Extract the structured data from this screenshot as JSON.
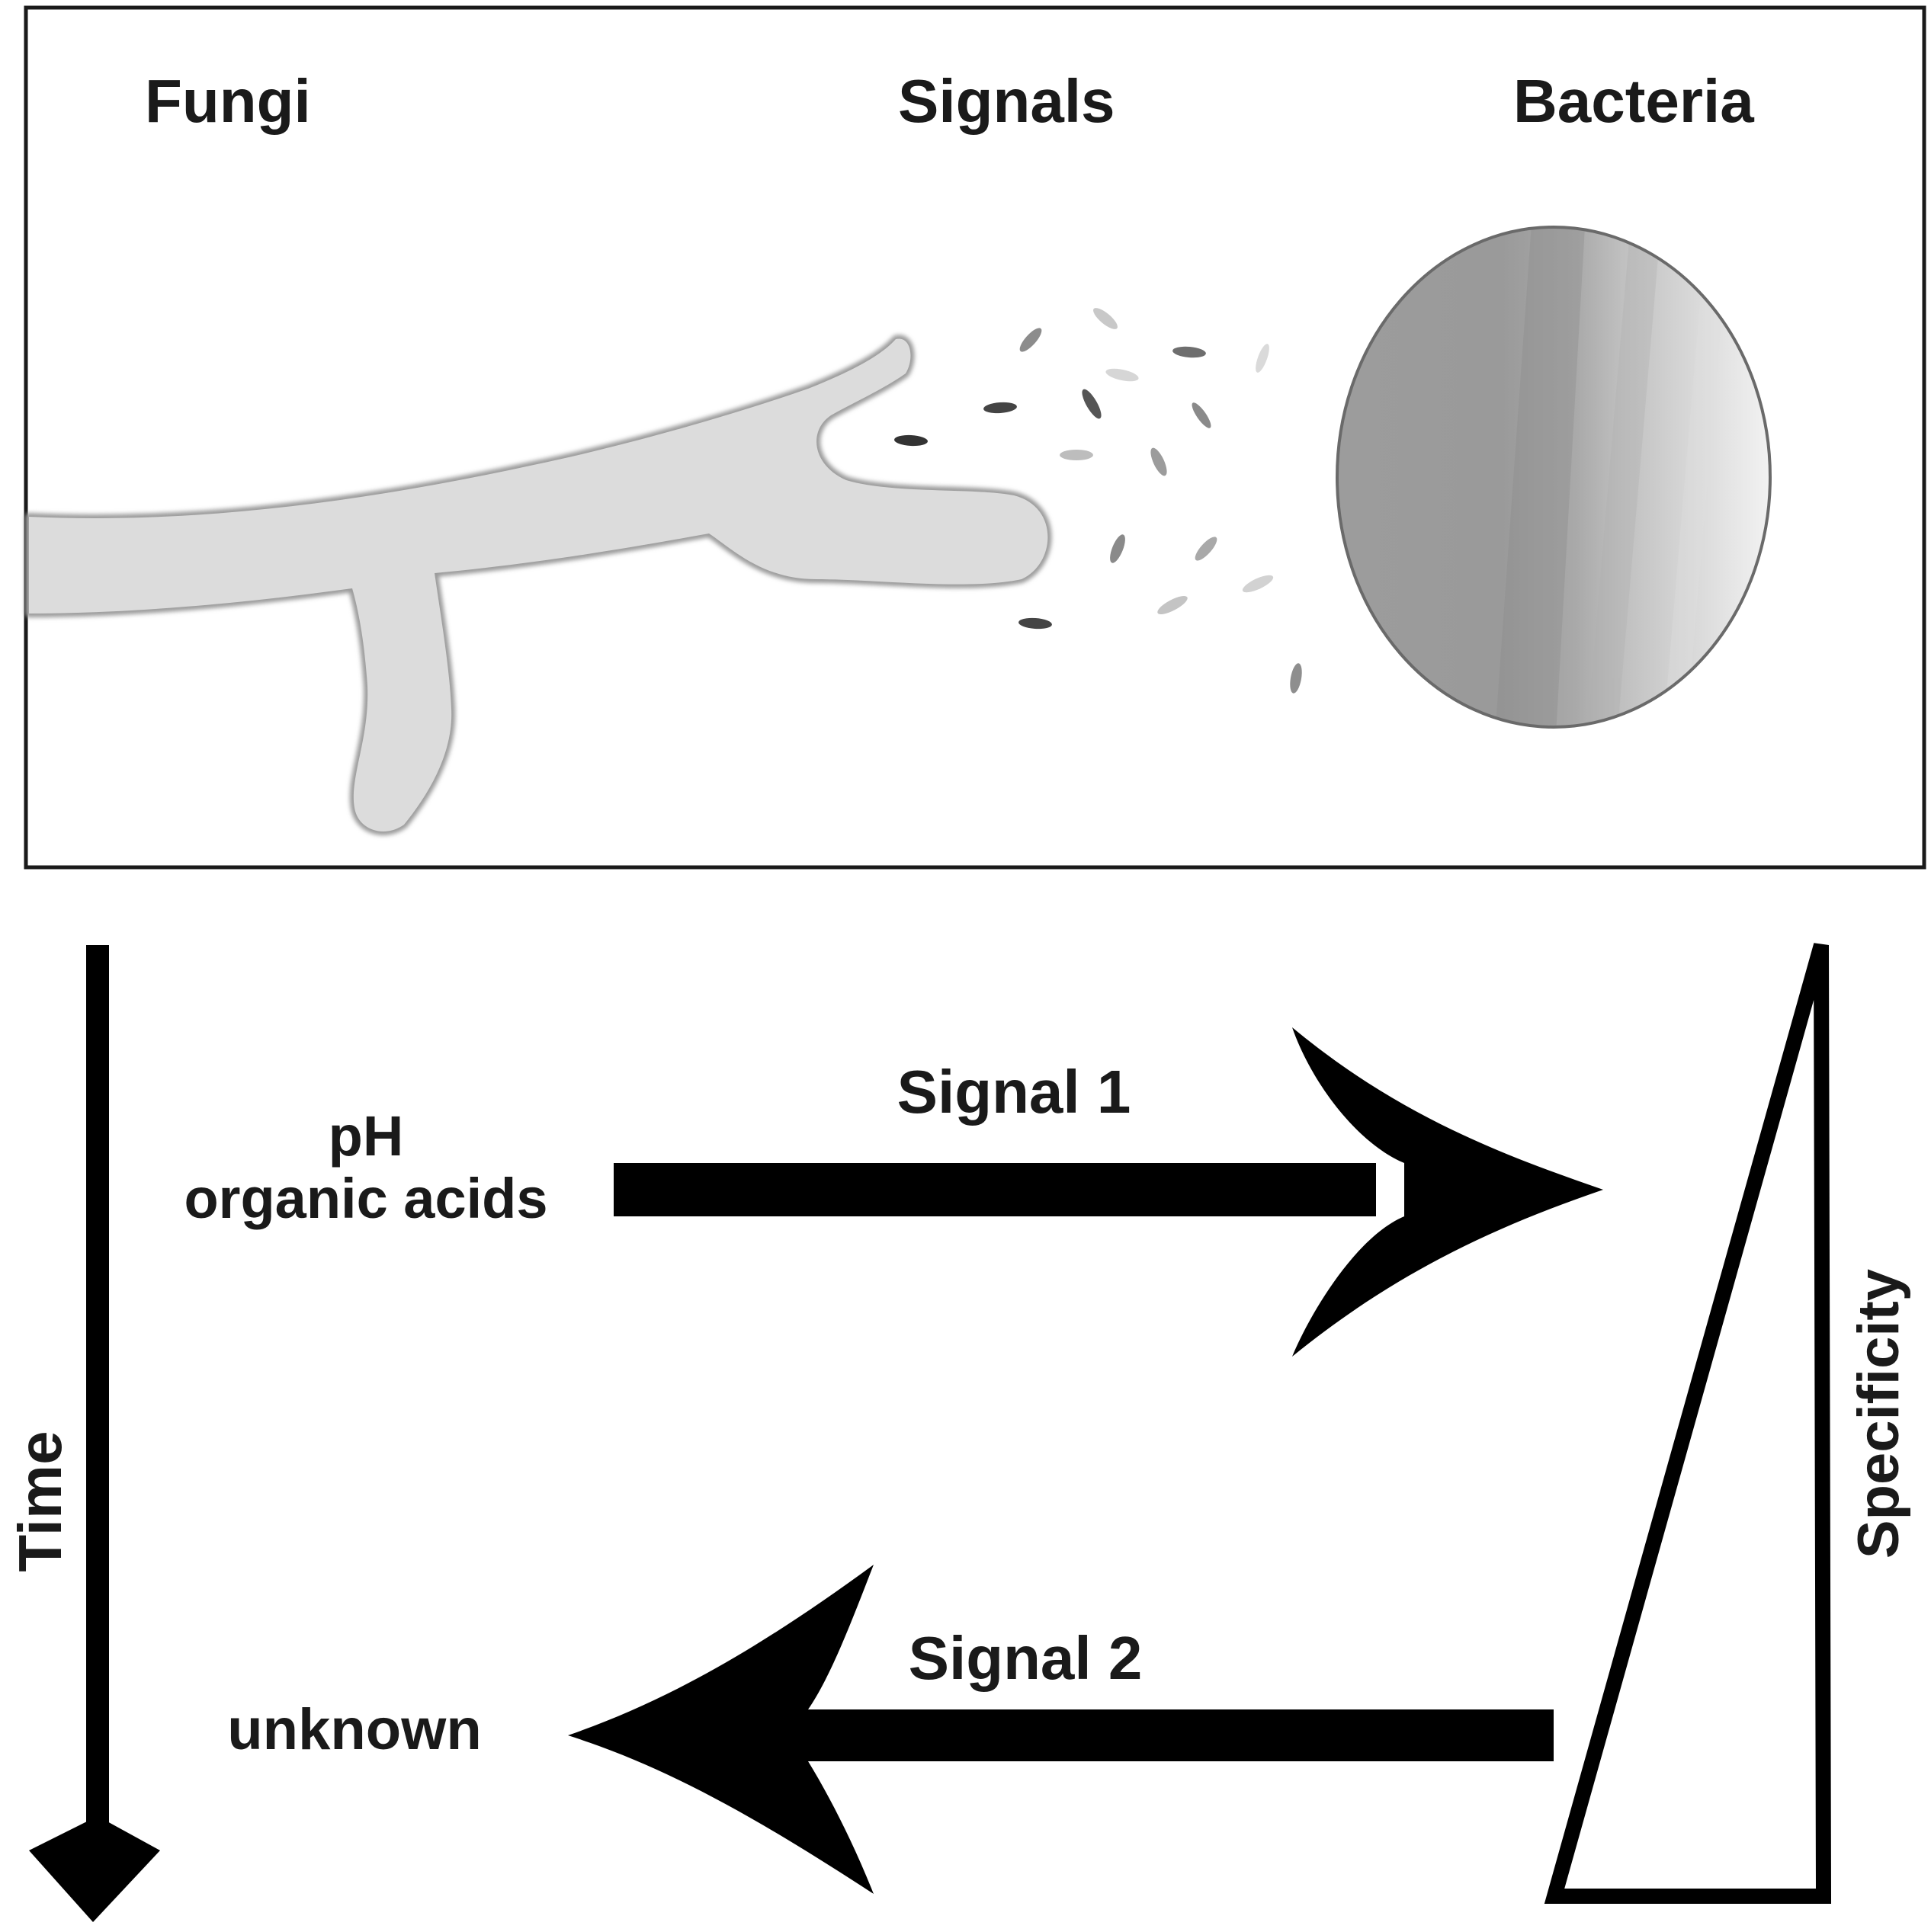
{
  "panel": {
    "fungi_label": "Fungi",
    "signals_label": "Signals",
    "bacteria_label": "Bacteria"
  },
  "flow": {
    "signal1_label": "Signal 1",
    "signal2_label": "Signal 2",
    "ph_label": "pH",
    "organic_acids_label": "organic acids",
    "unknown_label": "unknown",
    "time_label": "Time",
    "specificity_label": "Specificity"
  },
  "colors": {
    "outline": "#1a1a1a",
    "arrow_fill": "#000000",
    "hypha_fill": "#dcdcdc",
    "hypha_edge": "#9a9a9a",
    "bacteria_fill": "#a0a0a0"
  }
}
